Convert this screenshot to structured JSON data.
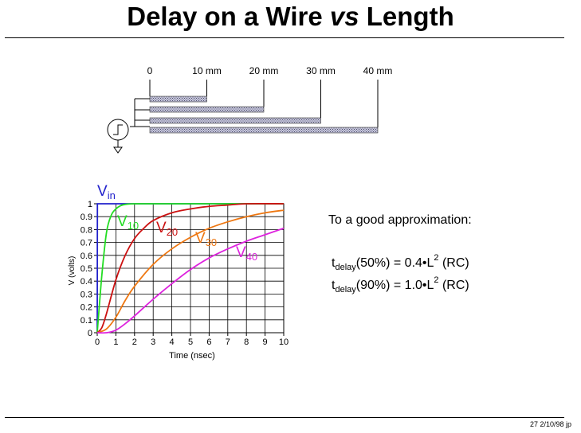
{
  "slide": {
    "title_pre": "Delay on a Wire ",
    "title_em": "vs",
    "title_post": " Length",
    "footer": "27  2/10/98  jp"
  },
  "wire_diagram": {
    "labels": [
      "0",
      "10 mm",
      "20 mm",
      "30 mm",
      "40 mm"
    ],
    "lengths_mm": [
      10,
      20,
      30,
      40
    ]
  },
  "chart_data": {
    "type": "line",
    "xlabel": "Time (nsec)",
    "ylabel": "V (volts)",
    "xlim": [
      0,
      10
    ],
    "ylim": [
      0,
      1
    ],
    "xticks": [
      "0",
      "1",
      "2",
      "3",
      "4",
      "5",
      "6",
      "7",
      "8",
      "9",
      "10"
    ],
    "yticks": [
      "0",
      "0.1",
      "0.2",
      "0.3",
      "0.4",
      "0.5",
      "0.6",
      "0.7",
      "0.8",
      "0.9",
      "1"
    ],
    "grid": true,
    "series": [
      {
        "name": "V",
        "sub": "in",
        "color": "#2222cc",
        "x": [
          0,
          0.01,
          10
        ],
        "y": [
          0,
          1,
          1
        ]
      },
      {
        "name": "V",
        "sub": "10",
        "color": "#22dd22",
        "x": [
          0,
          0.25,
          0.5,
          0.75,
          1.0,
          1.25,
          1.5,
          2.0,
          3.0,
          10
        ],
        "y": [
          0,
          0.45,
          0.78,
          0.91,
          0.96,
          0.985,
          0.995,
          1.0,
          1.0,
          1.0
        ]
      },
      {
        "name": "V",
        "sub": "20",
        "color": "#cc1111",
        "x": [
          0,
          0.25,
          0.5,
          1.0,
          1.5,
          2.0,
          2.5,
          3.0,
          4.0,
          5.0,
          6.0,
          7.0,
          8.0,
          10
        ],
        "y": [
          0,
          0.04,
          0.15,
          0.41,
          0.6,
          0.73,
          0.81,
          0.87,
          0.93,
          0.96,
          0.98,
          0.99,
          1.0,
          1.0
        ]
      },
      {
        "name": "V",
        "sub": "30",
        "color": "#ee7711",
        "x": [
          0,
          0.5,
          1.0,
          1.5,
          2.0,
          3.0,
          4.0,
          5.0,
          6.0,
          7.0,
          8.0,
          9.0,
          10
        ],
        "y": [
          0,
          0.03,
          0.12,
          0.25,
          0.36,
          0.53,
          0.65,
          0.74,
          0.81,
          0.86,
          0.9,
          0.93,
          0.95
        ]
      },
      {
        "name": "V",
        "sub": "40",
        "color": "#dd22dd",
        "x": [
          0,
          0.5,
          1.0,
          1.5,
          2.0,
          3.0,
          4.0,
          5.0,
          6.0,
          7.0,
          8.0,
          9.0,
          10
        ],
        "y": [
          0,
          0.0,
          0.02,
          0.07,
          0.13,
          0.26,
          0.38,
          0.49,
          0.58,
          0.65,
          0.71,
          0.76,
          0.81
        ]
      }
    ]
  },
  "approximation": {
    "heading": "To a good approximation:",
    "eq1": {
      "t": "t",
      "sub": "delay",
      "rest": "(50%) = 0.4•L",
      "sup": "2",
      "tail": " (RC)"
    },
    "eq2": {
      "t": "t",
      "sub": "delay",
      "rest": "(90%) = 1.0•L",
      "sup": "2",
      "tail": " (RC)"
    }
  }
}
